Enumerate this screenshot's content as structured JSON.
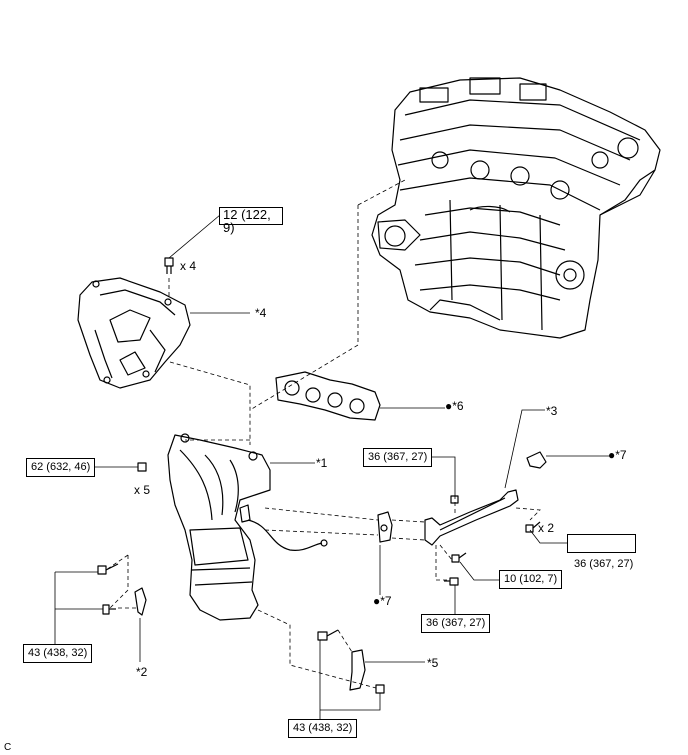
{
  "torque": {
    "heat_insulator_bolt": "12 (122, 9)",
    "manifold_stud_nut": "62 (632, 46)",
    "exhaust_pipe_bolt": "36 (367, 27)",
    "bracket_bolt_right": "36 (367, 27)",
    "sensor_nut": "10 (102, 7)",
    "lower_nut": "36 (367, 27)",
    "stay_bolts_left": "43 (438, 32)",
    "stay_bolts_bottom": "43 (438, 32)"
  },
  "qty": {
    "x4": "x 4",
    "x5": "x 5",
    "x2": "x 2"
  },
  "callouts": {
    "c1": "*1",
    "c2": "*2",
    "c3": "*3",
    "c4": "*4",
    "c5": "*5",
    "c6": "●*6",
    "c7a": "●*7",
    "c7b": "●*7"
  },
  "corner_mark": "C"
}
